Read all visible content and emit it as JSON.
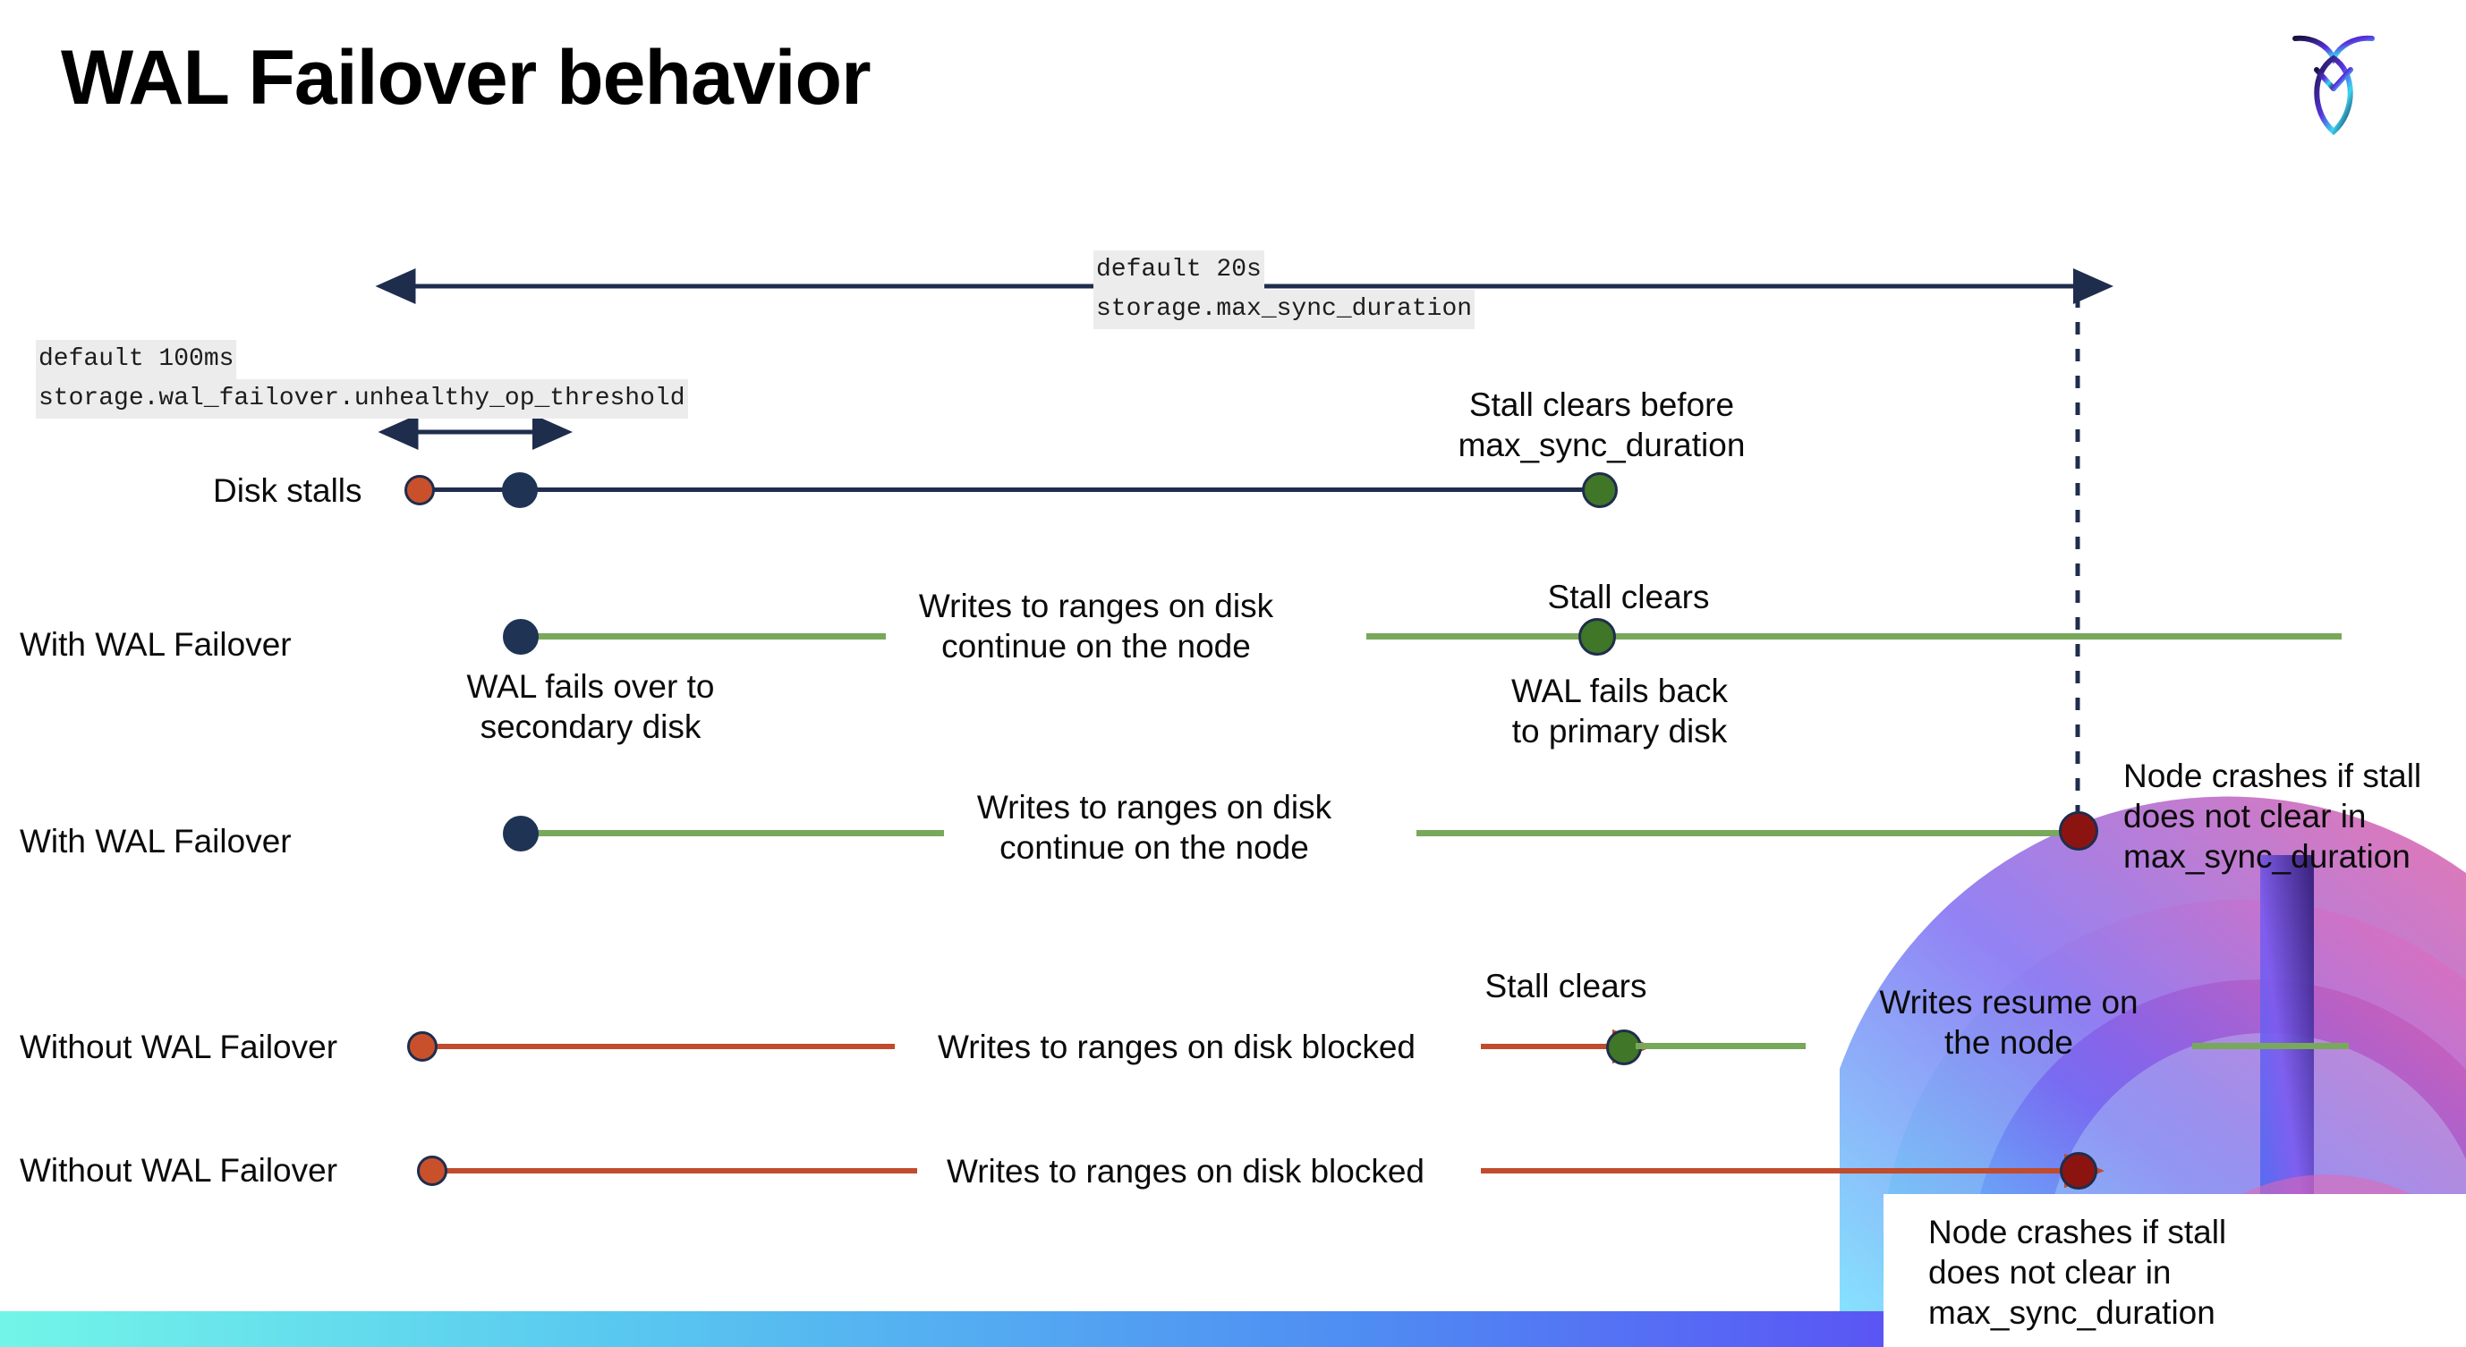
{
  "slide": {
    "title": "WAL Failover behavior",
    "logo_name": "cockroachdb-logo"
  },
  "annotations": {
    "top_setting": {
      "default_line": "default 20s",
      "setting_line": "storage.max_sync_duration"
    },
    "threshold_setting": {
      "default_line": "default 100ms",
      "setting_line": "storage.wal_failover.unhealthy_op_threshold"
    }
  },
  "rows": [
    {
      "id": "disk-stalls",
      "label": "Disk stalls",
      "note_above": "Stall clears before\nmax_sync_duration"
    },
    {
      "id": "with-wal-failover-recovers",
      "label": "With WAL Failover",
      "note_start": "WAL fails over to\nsecondary disk",
      "note_mid": "Writes to ranges on disk\ncontinue on the node",
      "note_clear": "Stall clears",
      "note_back": "WAL fails  back\nto primary disk"
    },
    {
      "id": "with-wal-failover-crash",
      "label": "With WAL Failover",
      "note_mid": "Writes to ranges on disk\ncontinue on the node",
      "note_crash": "Node crashes if stall\ndoes not clear in\nmax_sync_duration"
    },
    {
      "id": "without-wal-failover-recovers",
      "label": "Without WAL Failover",
      "note_mid": "Writes to ranges on disk  blocked",
      "note_clear": "Stall clears",
      "note_resume": "Writes resume on\nthe node"
    },
    {
      "id": "without-wal-failover-crash",
      "label": "Without WAL Failover",
      "note_mid": "Writes to ranges on disk  blocked",
      "note_crash": "Node crashes if stall\ndoes not clear in\nmax_sync_duration"
    }
  ],
  "colors": {
    "navy": "#1f2d4d",
    "green_line": "#78a85c",
    "green_dot": "#3f7627",
    "red_line": "#c14b2c",
    "orange_dot": "#c8512c",
    "dark_red_dot": "#8c1410",
    "code_bg": "#ececec"
  }
}
